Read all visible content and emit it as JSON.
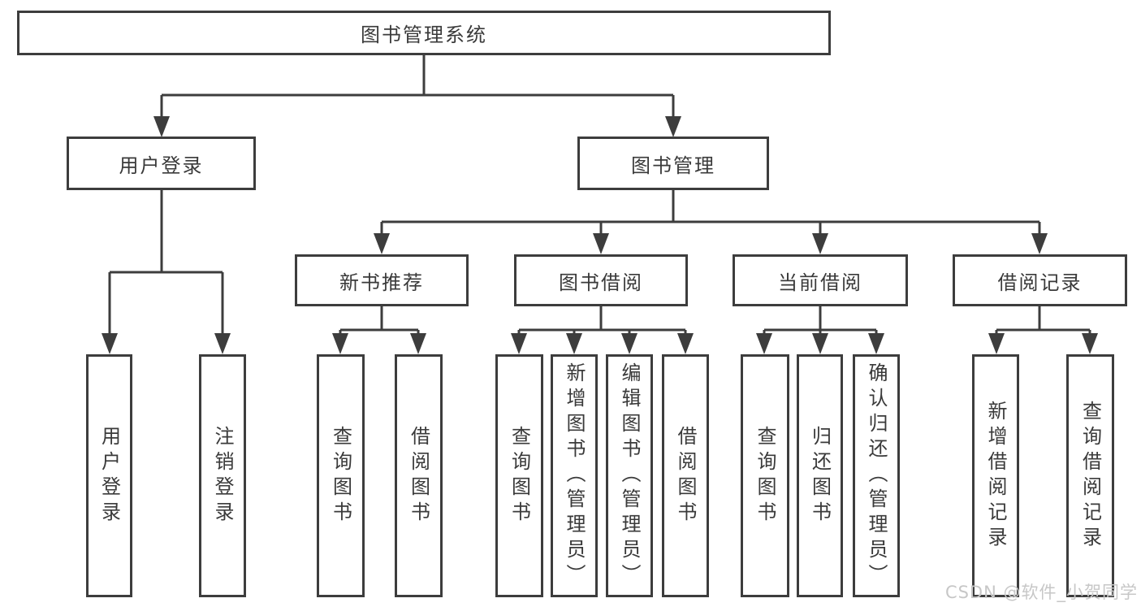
{
  "colors": {
    "line": "#3d3d3d",
    "text": "#3a3a3a",
    "background": "#ffffff",
    "watermark": "#c7c7c7"
  },
  "watermark": {
    "text": "CSDN @软件_小贺同学"
  },
  "tree": {
    "label": "图书管理系统",
    "children": [
      {
        "label": "用户登录",
        "children": [
          {
            "label": "用户登录"
          },
          {
            "label": "注销登录"
          }
        ]
      },
      {
        "label": "图书管理",
        "children": [
          {
            "label": "新书推荐",
            "children": [
              {
                "label": "查询图书"
              },
              {
                "label": "借阅图书"
              }
            ]
          },
          {
            "label": "图书借阅",
            "children": [
              {
                "label": "查询图书"
              },
              {
                "label": "新增图书（管理员）"
              },
              {
                "label": "编辑图书（管理员）"
              },
              {
                "label": "借阅图书"
              }
            ]
          },
          {
            "label": "当前借阅",
            "children": [
              {
                "label": "查询图书"
              },
              {
                "label": "归还图书"
              },
              {
                "label": "确认归还（管理员）"
              }
            ]
          },
          {
            "label": "借阅记录",
            "children": [
              {
                "label": "新增借阅记录"
              },
              {
                "label": "查询借阅记录"
              }
            ]
          }
        ]
      }
    ]
  }
}
